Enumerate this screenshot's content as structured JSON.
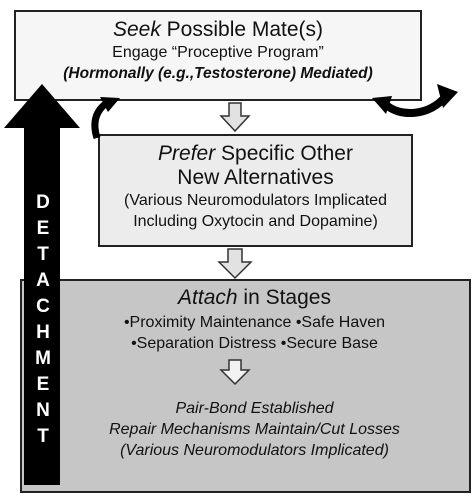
{
  "seek": {
    "title_em": "Seek",
    "title_rest": " Possible Mate(s)",
    "line2": "Engage “Proceptive Program”",
    "line3": "(Hormonally (e.g.,Testosterone) Mediated)"
  },
  "prefer": {
    "title_em": "Prefer",
    "title_rest": " Specific Other",
    "line2": "New Alternatives",
    "line3": "(Various Neuromodulators Implicated",
    "line4": "Including Oxytocin and Dopamine)"
  },
  "attach": {
    "title_em": "Attach",
    "title_rest": " in Stages",
    "bullets_line1": "•Proximity Maintenance •Safe Haven",
    "bullets_line2": "•Separation Distress •Secure Base",
    "result_line1": "Pair-Bond Established",
    "result_line2": "Repair Mechanisms Maintain/Cut Losses",
    "result_line3": "(Various Neuromodulators Implicated)"
  },
  "detachment": {
    "letters": [
      "D",
      "E",
      "T",
      "A",
      "C",
      "H",
      "M",
      "E",
      "N",
      "T"
    ]
  },
  "colors": {
    "seek_bg": "#f6f6f6",
    "prefer_bg": "#ececec",
    "attach_bg": "#c6c6c6",
    "arrow_fill": "#000000"
  },
  "icons": [
    "detachment-arrow-icon",
    "down-arrow-icon",
    "curved-arrow-left-icon",
    "curved-arrow-right-icon"
  ]
}
